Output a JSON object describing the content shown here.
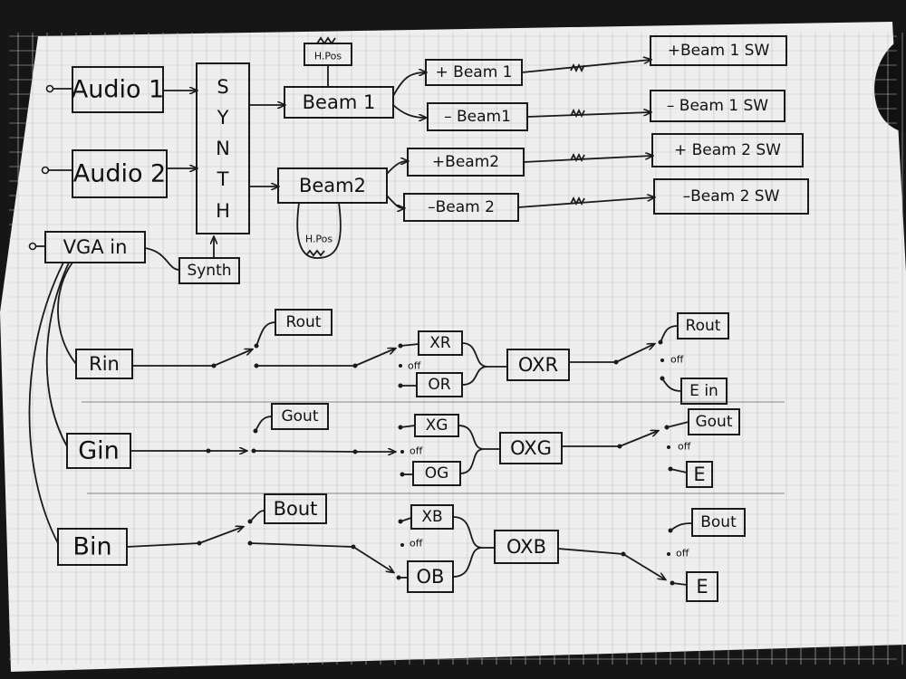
{
  "inputs": {
    "audio1": "Audio 1",
    "audio2": "Audio 2",
    "vga_in": "VGA in",
    "synth": "Synth",
    "synth_letters": [
      "S",
      "Y",
      "N",
      "T",
      "H"
    ]
  },
  "beams": {
    "beam1": "Beam 1",
    "beam2": "Beam2",
    "h_pos_top": "H.Pos",
    "h_pos_bottom": "H.Pos",
    "plus_beam1": "+ Beam 1",
    "minus_beam1": "– Beam1",
    "plus_beam2": "+Beam2",
    "minus_beam2": "–Beam 2",
    "plus_beam1_sw": "+Beam 1 SW",
    "minus_beam1_sw": "– Beam 1 SW",
    "plus_beam2_sw": "+ Beam 2 SW",
    "minus_beam2_sw": "–Beam 2 SW"
  },
  "red": {
    "rin": "Rin",
    "rout": "Rout",
    "xr": "XR",
    "off": "off",
    "or": "OR",
    "oxr": "OXR",
    "rout_right": "Rout",
    "off_right": "off",
    "ein": "E in"
  },
  "green": {
    "gin": "Gin",
    "gout": "Gout",
    "xg": "XG",
    "off": "off",
    "og": "OG",
    "oxg": "OXG",
    "gout_right": "Gout",
    "off_right": "off",
    "e": "E"
  },
  "blue": {
    "bin": "Bin",
    "bout": "Bout",
    "xb": "XB",
    "off": "off",
    "ob": "OB",
    "oxb": "OXB",
    "bout_right": "Bout",
    "off_right": "off",
    "e": "E"
  }
}
